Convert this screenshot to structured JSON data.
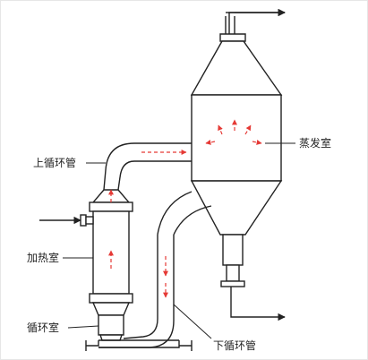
{
  "labels": {
    "evaporator": "蒸发室",
    "upper_pipe": "上循环管",
    "heater": "加热室",
    "lower_pipe": "下循环管",
    "circulation": "循环室"
  },
  "colors": {
    "line": "#222222",
    "flow_arrow": "#e53935",
    "text": "#222222",
    "background": "#ffffff"
  }
}
